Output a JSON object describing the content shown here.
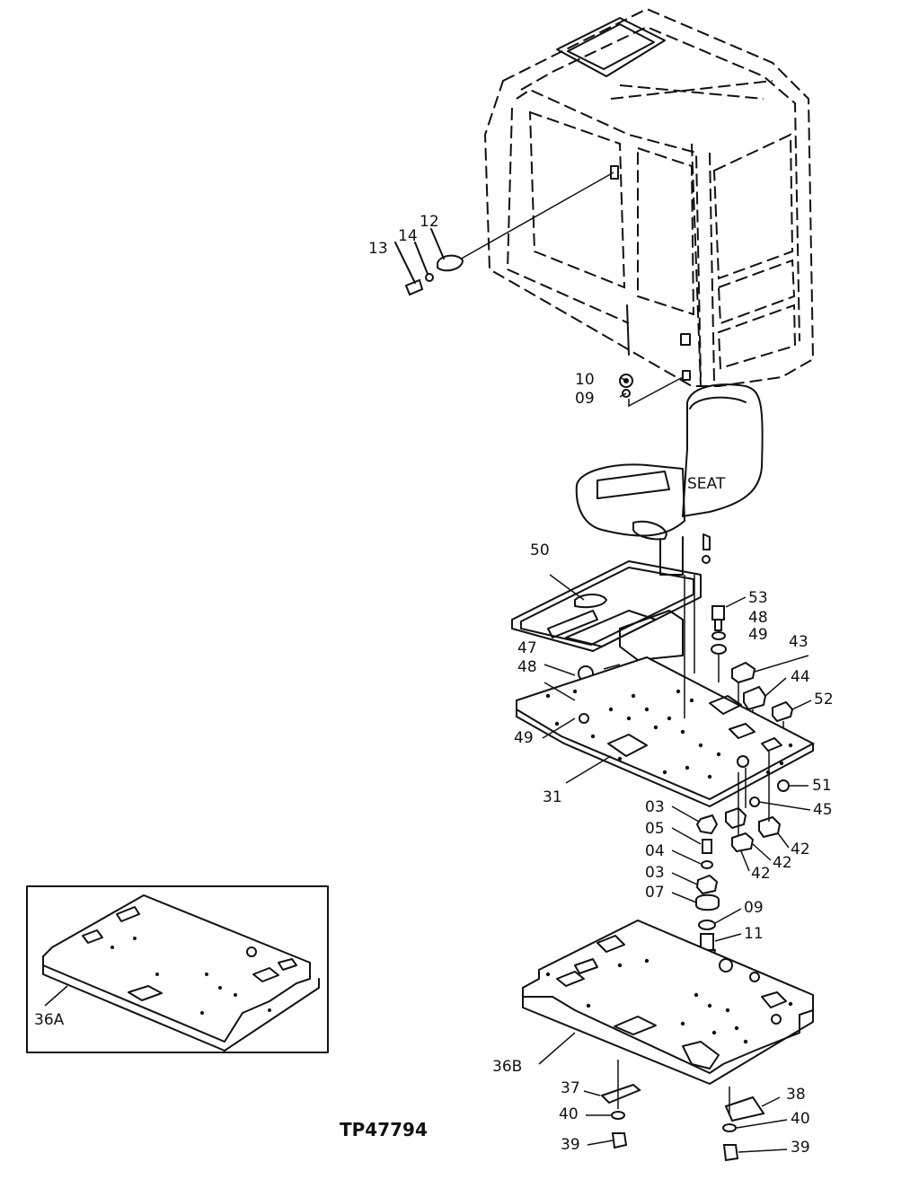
{
  "diagram": {
    "figure_id": "TP47794",
    "inset_label": "36A",
    "seat_label": "SEAT",
    "callouts": {
      "c13": "13",
      "c14": "14",
      "c12": "12",
      "c10": "10",
      "c09a": "09",
      "c50": "50",
      "c53": "53",
      "c48a": "48",
      "c49a": "49",
      "c47": "47",
      "c48b": "48",
      "c43": "43",
      "c44": "44",
      "c52": "52",
      "c49b": "49",
      "c31": "31",
      "c51": "51",
      "c45": "45",
      "c03a": "03",
      "c05": "05",
      "c04": "04",
      "c03b": "03",
      "c07": "07",
      "c42a": "42",
      "c42b": "42",
      "c42c": "42",
      "c09b": "09",
      "c11": "11",
      "c36b": "36B",
      "c37": "37",
      "c40a": "40",
      "c39a": "39",
      "c38": "38",
      "c40b": "40",
      "c39b": "39"
    }
  }
}
